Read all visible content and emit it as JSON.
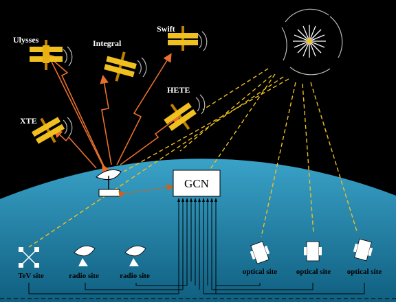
{
  "central_node": {
    "label": "GCN"
  },
  "satellites": [
    {
      "id": "ulysses",
      "label": "Ulysses"
    },
    {
      "id": "integral",
      "label": "Integral"
    },
    {
      "id": "swift",
      "label": "Swift"
    },
    {
      "id": "hete",
      "label": "HETE"
    },
    {
      "id": "xte",
      "label": "XTE"
    }
  ],
  "ground_sites": [
    {
      "id": "tev",
      "label": "TeV site"
    },
    {
      "id": "radio1",
      "label": "radio site"
    },
    {
      "id": "radio2",
      "label": "radio site"
    },
    {
      "id": "optical1",
      "label": "optical site"
    },
    {
      "id": "optical2",
      "label": "optical site"
    },
    {
      "id": "optical3",
      "label": "optical site"
    }
  ],
  "colors": {
    "background": "#000000",
    "earth_top": "#3a9ec4",
    "earth_bottom": "#1a6a8c",
    "satellite_body": "#f0c020",
    "uplink_arrow": "#e8702a",
    "gamma_ray_dash": "#f0c020",
    "gcn_box": "#ffffff"
  }
}
